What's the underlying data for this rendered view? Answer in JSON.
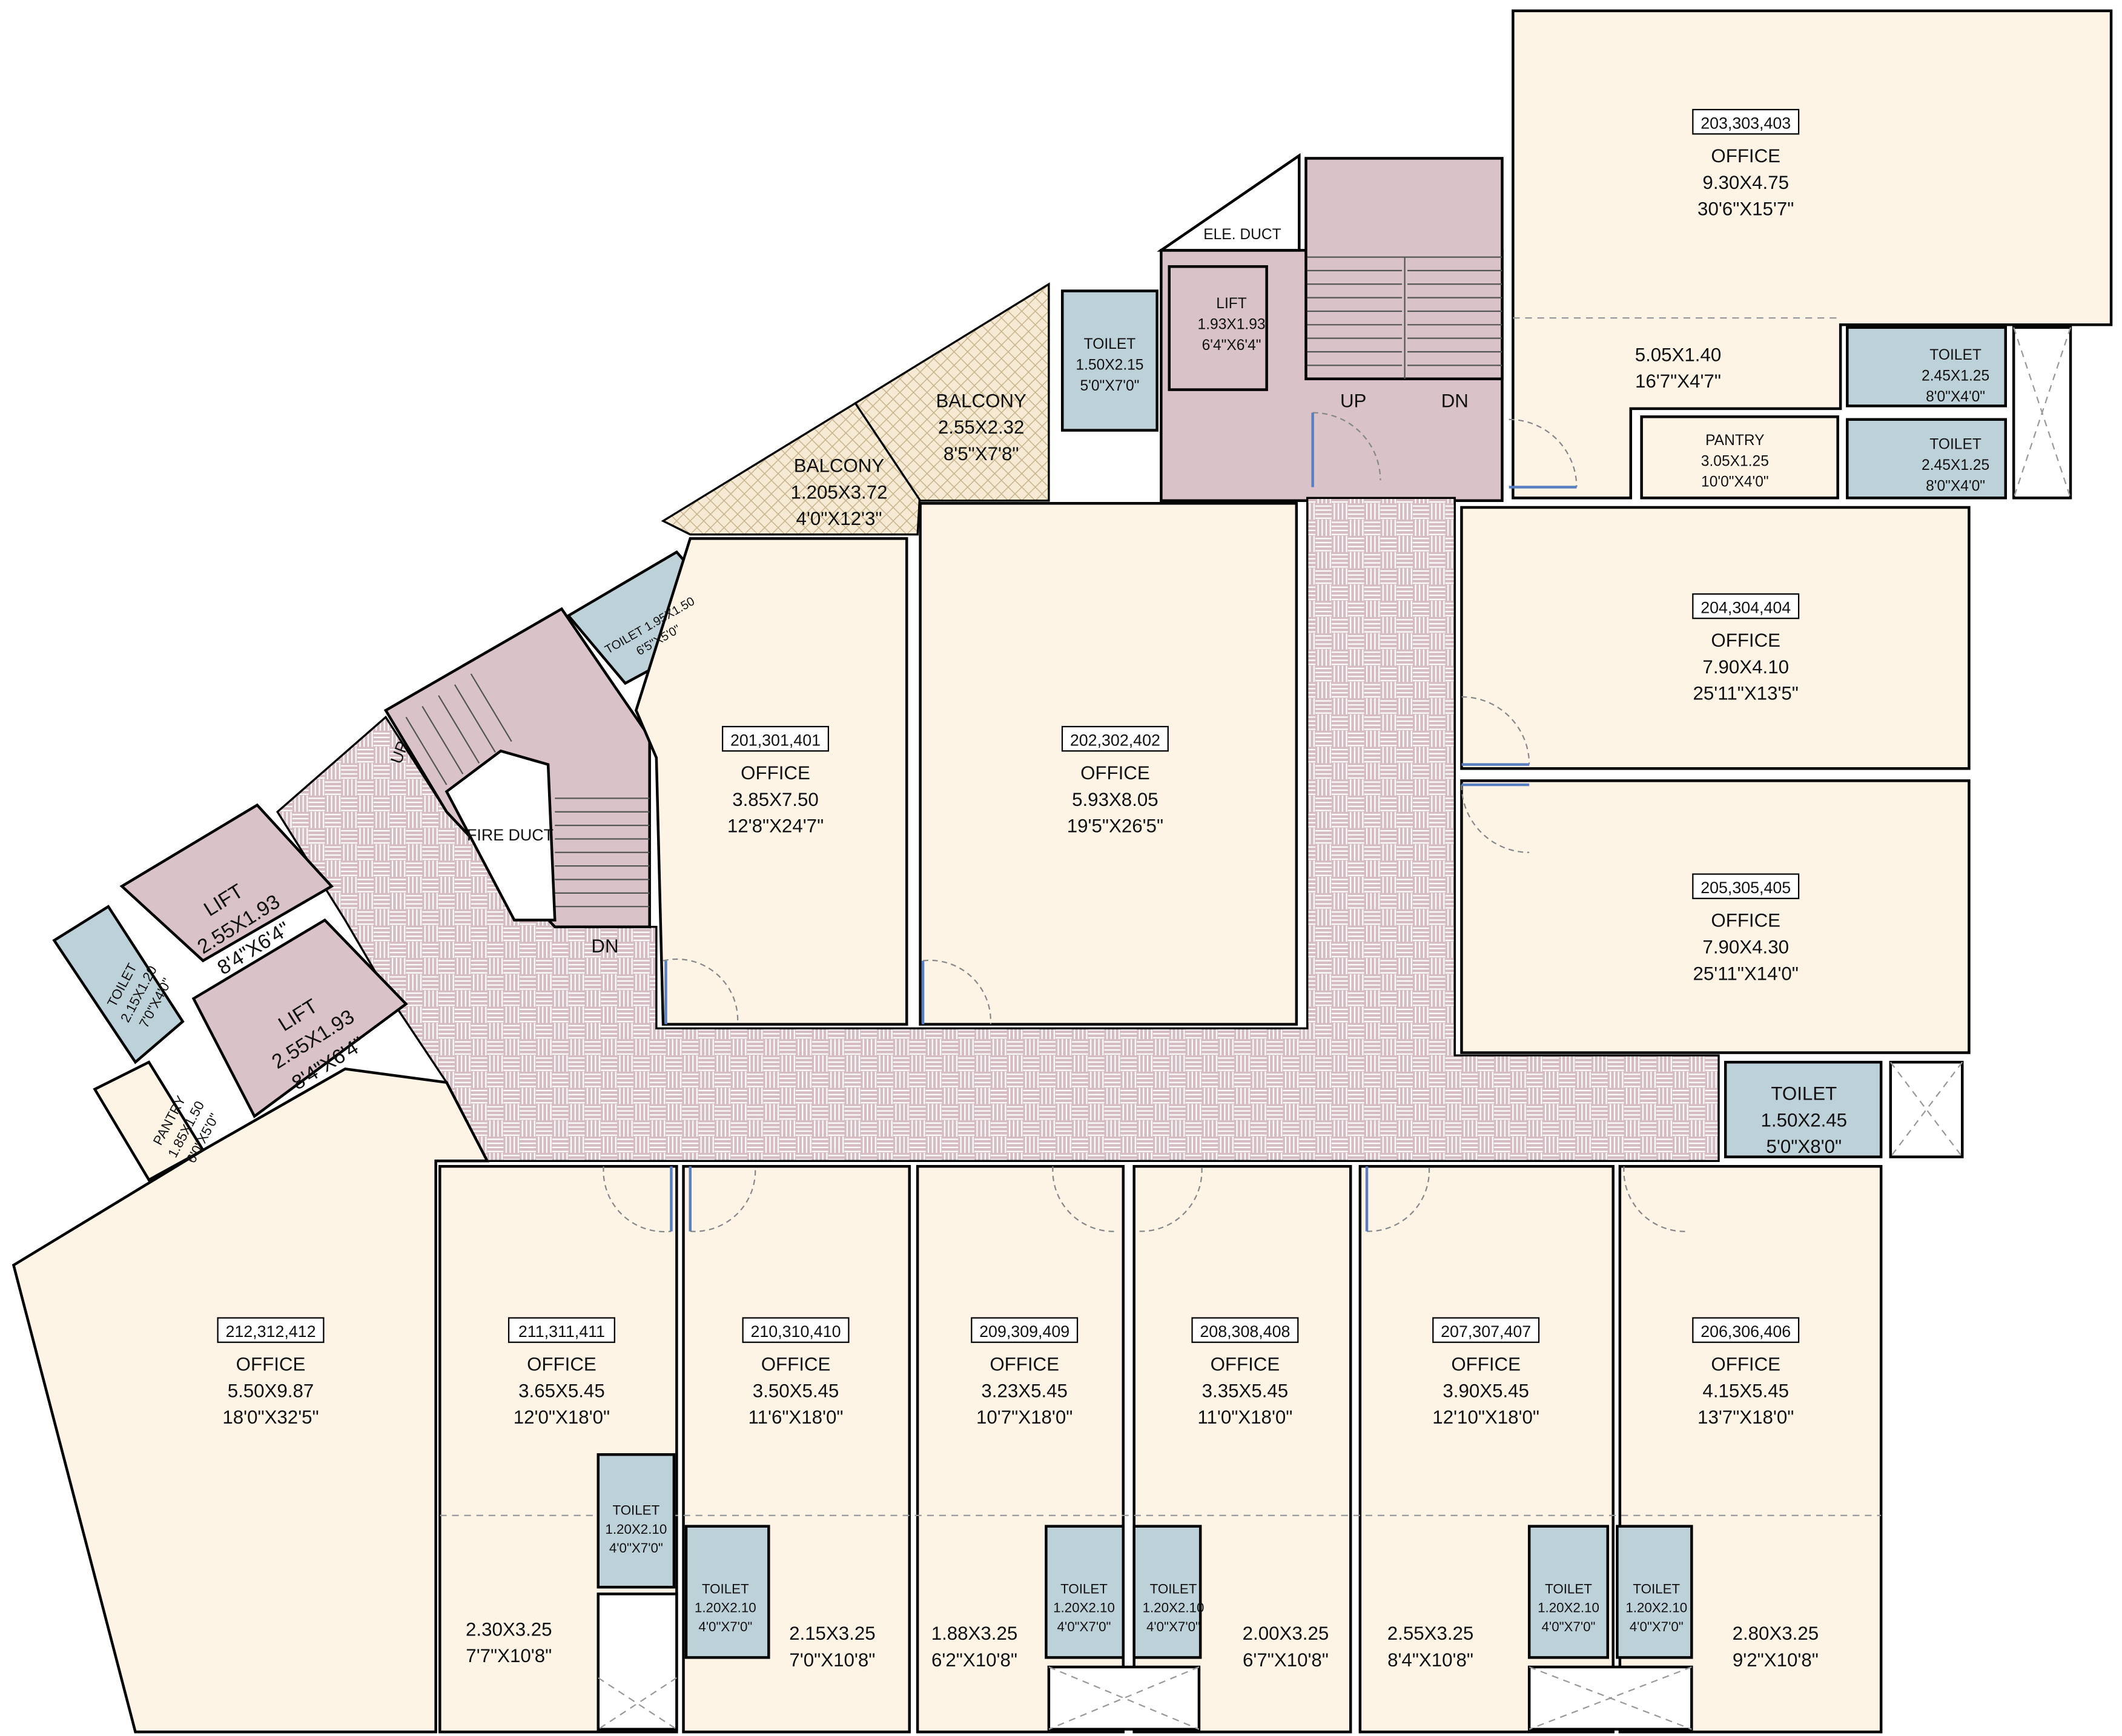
{
  "colors": {
    "office": "#fdf4e6",
    "toilet": "#bdd1d9",
    "core": "#d9c2c8",
    "balcony": "#f3e7cf",
    "door": "#5a7fc0"
  },
  "labels": [
    {
      "unit": "203,303,403",
      "lines": [
        "OFFICE",
        "9.30X4.75",
        "30'6\"X15'7\""
      ]
    },
    {
      "unit": "",
      "lines": [
        "5.05X1.40",
        "16'7\"X4'7\""
      ]
    },
    {
      "unit": "",
      "lines": [
        "TOILET",
        "2.45X1.25",
        "8'0\"X4'0\""
      ]
    },
    {
      "unit": "",
      "lines": [
        "TOILET",
        "2.45X1.25",
        "8'0\"X4'0\""
      ]
    },
    {
      "unit": "",
      "lines": [
        "PANTRY",
        "3.05X1.25",
        "10'0\"X4'0\""
      ]
    },
    {
      "unit": "204,304,404",
      "lines": [
        "OFFICE",
        "7.90X4.10",
        "25'11\"X13'5\""
      ]
    },
    {
      "unit": "205,305,405",
      "lines": [
        "OFFICE",
        "7.90X4.30",
        "25'11\"X14'0\""
      ]
    },
    {
      "unit": "",
      "lines": [
        "TOILET",
        "1.50X2.45",
        "5'0\"X8'0\""
      ]
    },
    {
      "unit": "",
      "lines": [
        "LIFT",
        "1.93X1.93",
        "6'4\"X6'4\""
      ]
    },
    {
      "unit": "",
      "lines": [
        "TOILET",
        "1.50X2.15",
        "5'0\"X7'0\""
      ]
    },
    {
      "unit": "",
      "lines": [
        "ELE. DUCT"
      ]
    },
    {
      "unit": "",
      "lines": [
        "UP"
      ]
    },
    {
      "unit": "",
      "lines": [
        "DN"
      ]
    },
    {
      "unit": "",
      "lines": [
        "BALCONY",
        "2.55X2.32",
        "8'5\"X7'8\""
      ]
    },
    {
      "unit": "",
      "lines": [
        "BALCONY",
        "1.205X3.72",
        "4'0\"X12'3\""
      ]
    },
    {
      "unit": "",
      "lines": [
        "TOILET 1.95X1.50",
        "6'5\"X5'0\""
      ]
    },
    {
      "unit": "201,301,401",
      "lines": [
        "OFFICE",
        "3.85X7.50",
        "12'8\"X24'7\""
      ]
    },
    {
      "unit": "202,302,402",
      "lines": [
        "OFFICE",
        "5.93X8.05",
        "19'5\"X26'5\""
      ]
    },
    {
      "unit": "",
      "lines": [
        "FIRE DUCT"
      ]
    },
    {
      "unit": "",
      "lines": [
        "UP"
      ]
    },
    {
      "unit": "",
      "lines": [
        "DN"
      ]
    },
    {
      "unit": "",
      "lines": [
        "LIFT",
        "2.55X1.93",
        "8'4\"X6'4\""
      ]
    },
    {
      "unit": "",
      "lines": [
        "LIFT",
        "2.55X1.93",
        "8'4\"X6'4\""
      ]
    },
    {
      "unit": "",
      "lines": [
        "TOILET",
        "2.15X1.20",
        "7'0\"X4'0\""
      ]
    },
    {
      "unit": "",
      "lines": [
        "PANTRY",
        "1.85X1.50",
        "6'0\"X5'0\""
      ]
    },
    {
      "unit": "212,312,412",
      "lines": [
        "OFFICE",
        "5.50X9.87",
        "18'0\"X32'5\""
      ]
    },
    {
      "unit": "211,311,411",
      "lines": [
        "OFFICE",
        "3.65X5.45",
        "12'0\"X18'0\""
      ]
    },
    {
      "unit": "",
      "lines": [
        "2.30X3.25",
        "7'7\"X10'8\""
      ]
    },
    {
      "unit": "210,310,410",
      "lines": [
        "OFFICE",
        "3.50X5.45",
        "11'6\"X18'0\""
      ]
    },
    {
      "unit": "",
      "lines": [
        "2.15X3.25",
        "7'0\"X10'8\""
      ]
    },
    {
      "unit": "209,309,409",
      "lines": [
        "OFFICE",
        "3.23X5.45",
        "10'7\"X18'0\""
      ]
    },
    {
      "unit": "",
      "lines": [
        "1.88X3.25",
        "6'2\"X10'8\""
      ]
    },
    {
      "unit": "208,308,408",
      "lines": [
        "OFFICE",
        "3.35X5.45",
        "11'0\"X18'0\""
      ]
    },
    {
      "unit": "",
      "lines": [
        "2.00X3.25",
        "6'7\"X10'8\""
      ]
    },
    {
      "unit": "207,307,407",
      "lines": [
        "OFFICE",
        "3.90X5.45",
        "12'10\"X18'0\""
      ]
    },
    {
      "unit": "",
      "lines": [
        "2.55X3.25",
        "8'4\"X10'8\""
      ]
    },
    {
      "unit": "206,306,406",
      "lines": [
        "OFFICE",
        "4.15X5.45",
        "13'7\"X18'0\""
      ]
    },
    {
      "unit": "",
      "lines": [
        "2.80X3.25",
        "9'2\"X10'8\""
      ]
    },
    {
      "unit": "",
      "lines": [
        "TOILET",
        "1.20X2.10",
        "4'0\"X7'0\""
      ]
    },
    {
      "unit": "",
      "lines": [
        "TOILET",
        "1.20X2.10",
        "4'0\"X7'0\""
      ]
    },
    {
      "unit": "",
      "lines": [
        "TOILET",
        "1.20X2.10",
        "4'0\"X7'0\""
      ]
    },
    {
      "unit": "",
      "lines": [
        "TOILET",
        "1.20X2.10",
        "4'0\"X7'0\""
      ]
    },
    {
      "unit": "",
      "lines": [
        "TOILET",
        "1.20X2.10",
        "4'0\"X7'0\""
      ]
    },
    {
      "unit": "",
      "lines": [
        "TOILET",
        "1.20X2.10",
        "4'0\"X7'0\""
      ]
    }
  ]
}
